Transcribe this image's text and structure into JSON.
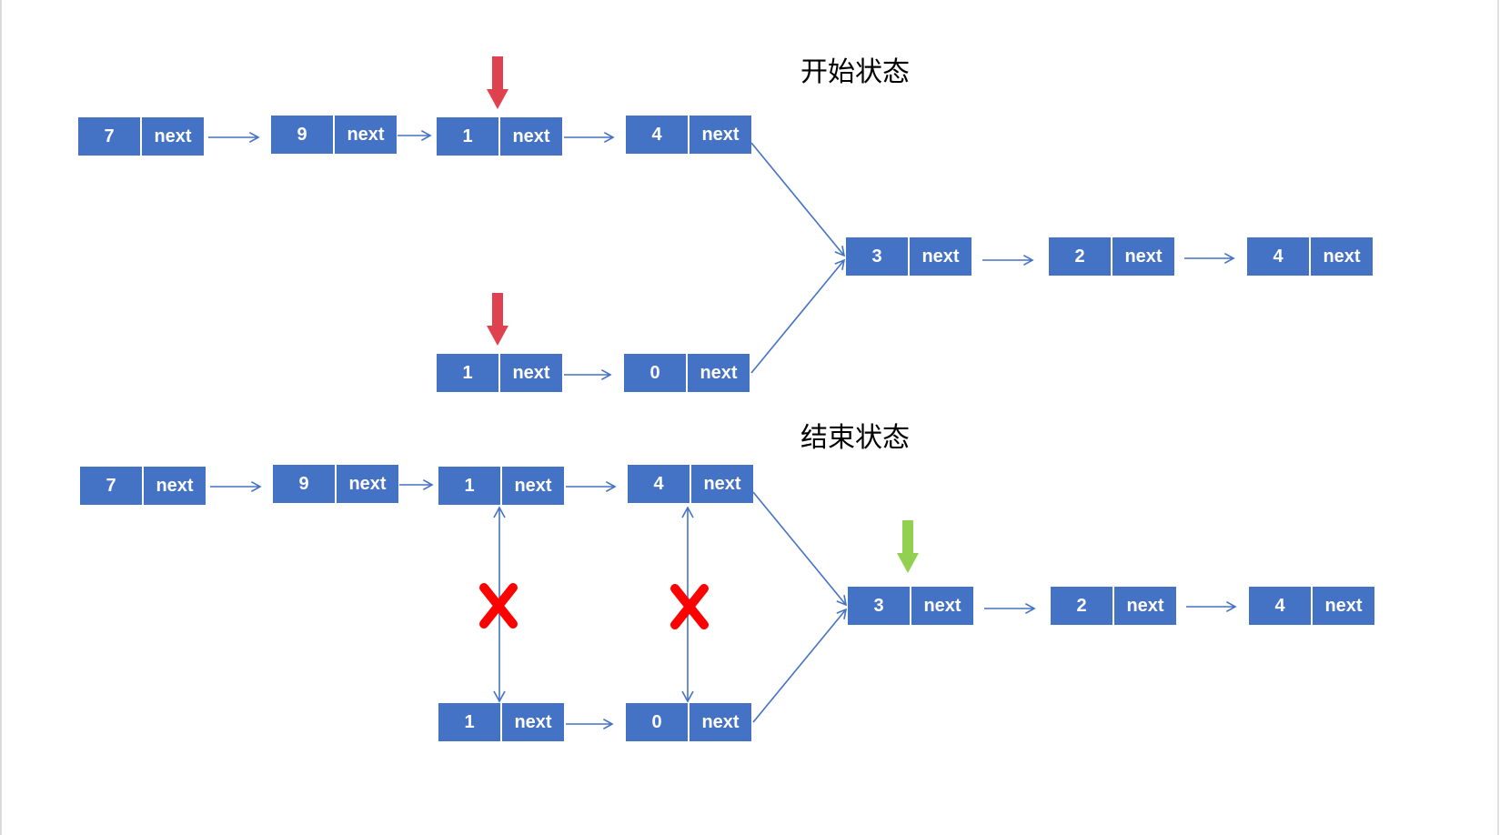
{
  "titles": {
    "start": "开始状态",
    "end": "结束状态"
  },
  "node_field_label": "next",
  "start_state": {
    "list_a": [
      "7",
      "9",
      "1",
      "4"
    ],
    "list_b": [
      "1",
      "0"
    ],
    "shared": [
      "3",
      "2",
      "4"
    ]
  },
  "end_state": {
    "list_a": [
      "7",
      "9",
      "1",
      "4"
    ],
    "list_b": [
      "1",
      "0"
    ],
    "shared": [
      "3",
      "2",
      "4"
    ]
  },
  "colors": {
    "node_fill": "#4472c4",
    "node_text": "#ffffff",
    "link_arrow": "#4472c4",
    "pointer_red": "#e0414f",
    "pointer_green": "#92d050",
    "cross_mark": "#ff0000"
  },
  "markers": {
    "start_pointers": "red-down-arrow-icon",
    "end_pointer": "green-down-arrow-icon",
    "broken_link": "red-cross-icon"
  }
}
